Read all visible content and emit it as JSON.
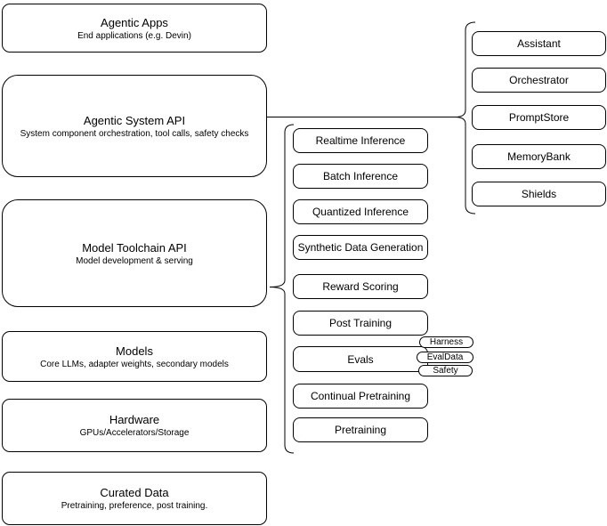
{
  "colors": {
    "stroke": "#000000",
    "fill": "#ffffff",
    "text": "#000000"
  },
  "stack": [
    {
      "title": "Agentic Apps",
      "subtitle": "End applications (e.g. Devin)"
    },
    {
      "title": "Agentic System API",
      "subtitle": "System component orchestration, tool calls, safety checks"
    },
    {
      "title": "Model Toolchain API",
      "subtitle": "Model development & serving"
    },
    {
      "title": "Models",
      "subtitle": "Core LLMs, adapter weights, secondary models"
    },
    {
      "title": "Hardware",
      "subtitle": "GPUs/Accelerators/Storage"
    },
    {
      "title": "Curated Data",
      "subtitle": "Pretraining, preference, post training."
    }
  ],
  "toolchain": {
    "items": [
      "Realtime Inference",
      "Batch Inference",
      "Quantized Inference",
      "Synthetic Data Generation",
      "Reward Scoring",
      "Post Training",
      "Evals",
      "Continual Pretraining",
      "Pretraining"
    ]
  },
  "evals_tags": [
    "Harness",
    "EvalData",
    "Safety"
  ],
  "system_components": [
    "Assistant",
    "Orchestrator",
    "PromptStore",
    "MemoryBank",
    "Shields"
  ]
}
